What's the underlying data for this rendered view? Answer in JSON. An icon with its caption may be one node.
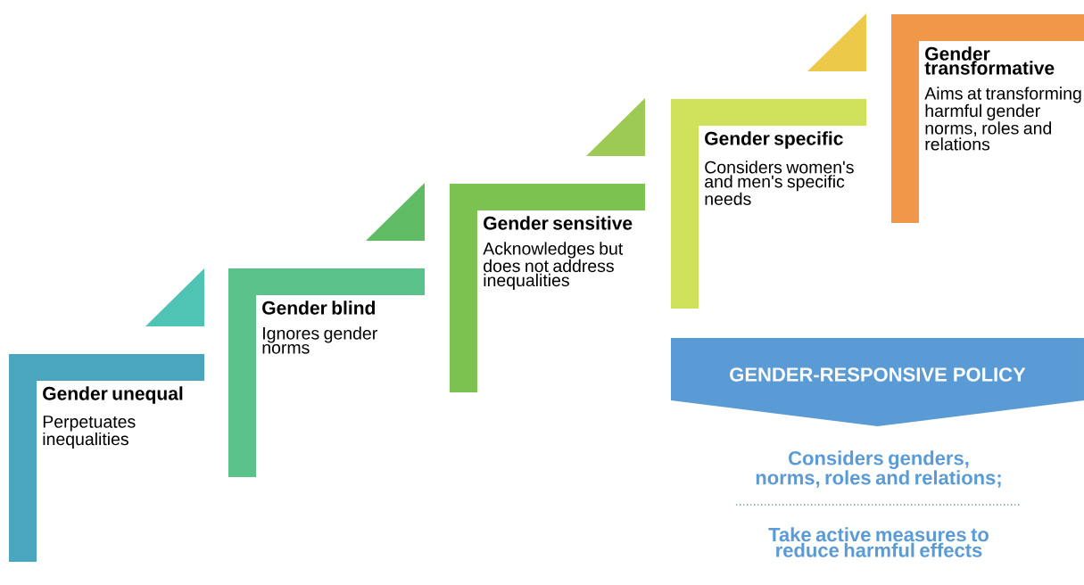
{
  "diagram": {
    "nodes": [
      {
        "text": [
          "Gender unequal",
          "Perpetuates inequalities"
        ]
      },
      {
        "text": [
          "Gender blind",
          "Ignores gender norms"
        ]
      },
      {
        "text": [
          "Gender sensitive",
          "Acknowledges but does not address inequalities"
        ]
      },
      {
        "text": [
          "Gender specific",
          "Considers women's and men's specific needs"
        ]
      },
      {
        "text": [
          "Gender transformative",
          "Aims at transforming harmful gender norms, roles and relations"
        ]
      },
      {
        "text": [
          "GENDER-RESPONSIVE POLICY"
        ]
      }
    ],
    "labels": [
      "Considers genders, norms, roles and relations;",
      "Take active measures to reduce harmful effects"
    ]
  }
}
